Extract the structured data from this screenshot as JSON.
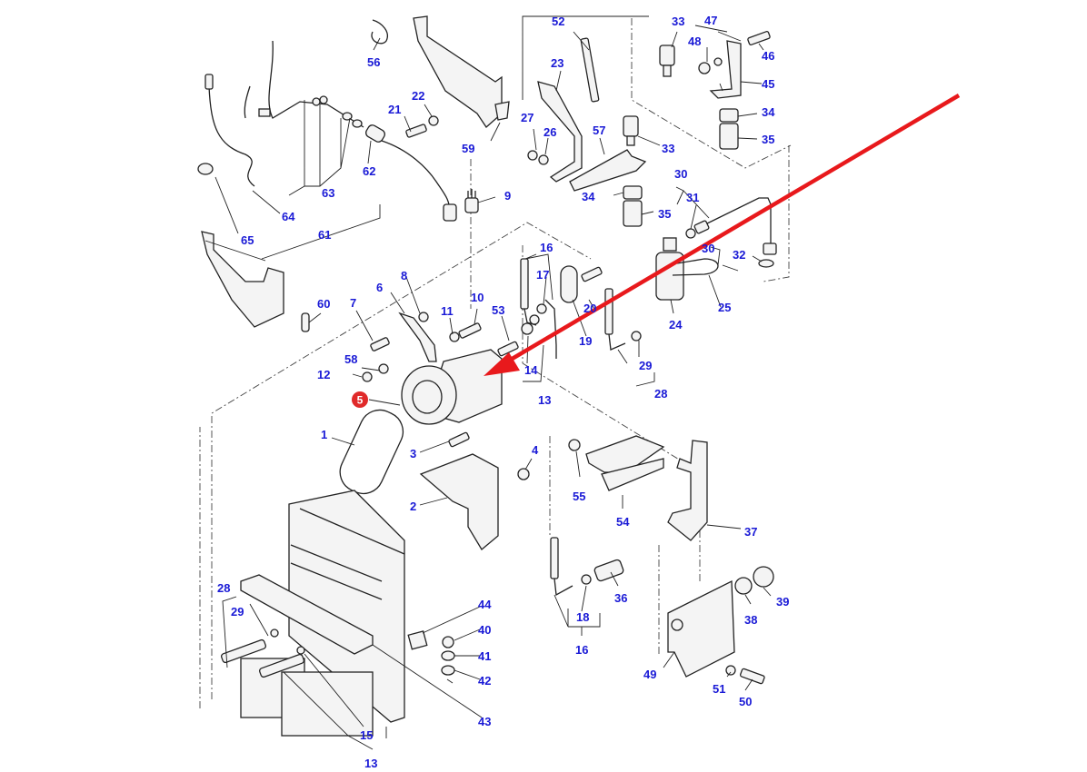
{
  "diagram": {
    "title": "Air conditioning compressor assembly - exploded parts view",
    "highlighted_part": "5",
    "highlight_color": "#e02a2a",
    "arrow_color": "#e8191c",
    "label_color": "#1a1ad6",
    "labels": [
      {
        "id": "56",
        "text": "56"
      },
      {
        "id": "21",
        "text": "21"
      },
      {
        "id": "22",
        "text": "22"
      },
      {
        "id": "59",
        "text": "59"
      },
      {
        "id": "62",
        "text": "62"
      },
      {
        "id": "63",
        "text": "63"
      },
      {
        "id": "64",
        "text": "64"
      },
      {
        "id": "65",
        "text": "65"
      },
      {
        "id": "61",
        "text": "61"
      },
      {
        "id": "9",
        "text": "9"
      },
      {
        "id": "52",
        "text": "52"
      },
      {
        "id": "23",
        "text": "23"
      },
      {
        "id": "27",
        "text": "27"
      },
      {
        "id": "26",
        "text": "26"
      },
      {
        "id": "57",
        "text": "57"
      },
      {
        "id": "33a",
        "text": "33"
      },
      {
        "id": "33b",
        "text": "33"
      },
      {
        "id": "47",
        "text": "47"
      },
      {
        "id": "48",
        "text": "48"
      },
      {
        "id": "46",
        "text": "46"
      },
      {
        "id": "45",
        "text": "45"
      },
      {
        "id": "34a",
        "text": "34"
      },
      {
        "id": "35a",
        "text": "35"
      },
      {
        "id": "34b",
        "text": "34"
      },
      {
        "id": "35b",
        "text": "35"
      },
      {
        "id": "30a",
        "text": "30"
      },
      {
        "id": "31",
        "text": "31"
      },
      {
        "id": "30b",
        "text": "30"
      },
      {
        "id": "32",
        "text": "32"
      },
      {
        "id": "24",
        "text": "24"
      },
      {
        "id": "25",
        "text": "25"
      },
      {
        "id": "60",
        "text": "60"
      },
      {
        "id": "7",
        "text": "7"
      },
      {
        "id": "6",
        "text": "6"
      },
      {
        "id": "8",
        "text": "8"
      },
      {
        "id": "11",
        "text": "11"
      },
      {
        "id": "10",
        "text": "10"
      },
      {
        "id": "53",
        "text": "53"
      },
      {
        "id": "16a",
        "text": "16"
      },
      {
        "id": "17",
        "text": "17"
      },
      {
        "id": "20",
        "text": "20"
      },
      {
        "id": "19",
        "text": "19"
      },
      {
        "id": "14",
        "text": "14"
      },
      {
        "id": "13a",
        "text": "13"
      },
      {
        "id": "29a",
        "text": "29"
      },
      {
        "id": "28a",
        "text": "28"
      },
      {
        "id": "58",
        "text": "58"
      },
      {
        "id": "12",
        "text": "12"
      },
      {
        "id": "1",
        "text": "1"
      },
      {
        "id": "3",
        "text": "3"
      },
      {
        "id": "4",
        "text": "4"
      },
      {
        "id": "2",
        "text": "2"
      },
      {
        "id": "55",
        "text": "55"
      },
      {
        "id": "54",
        "text": "54"
      },
      {
        "id": "37",
        "text": "37"
      },
      {
        "id": "36",
        "text": "36"
      },
      {
        "id": "18",
        "text": "18"
      },
      {
        "id": "16b",
        "text": "16"
      },
      {
        "id": "38",
        "text": "38"
      },
      {
        "id": "39",
        "text": "39"
      },
      {
        "id": "49",
        "text": "49"
      },
      {
        "id": "51",
        "text": "51"
      },
      {
        "id": "50",
        "text": "50"
      },
      {
        "id": "28b",
        "text": "28"
      },
      {
        "id": "29b",
        "text": "29"
      },
      {
        "id": "44",
        "text": "44"
      },
      {
        "id": "40",
        "text": "40"
      },
      {
        "id": "41",
        "text": "41"
      },
      {
        "id": "42",
        "text": "42"
      },
      {
        "id": "43",
        "text": "43"
      },
      {
        "id": "15",
        "text": "15"
      },
      {
        "id": "13b",
        "text": "13"
      }
    ],
    "callout": {
      "text": "5"
    }
  }
}
